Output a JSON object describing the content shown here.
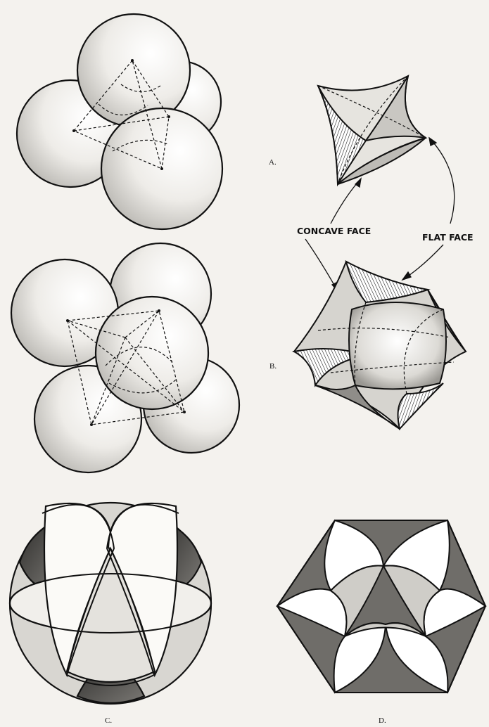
{
  "labels": {
    "a": "A.",
    "b": "B.",
    "c": "C.",
    "d": "D.",
    "concave_face": "CONCAVE FACE",
    "flat_face": "FLAT FACE"
  },
  "colors": {
    "background": "#f4f2ee",
    "ink": "#111111",
    "shade_light": "#d9d7d2",
    "shade_mid": "#9c9a96",
    "shade_dark": "#3c3b39"
  }
}
